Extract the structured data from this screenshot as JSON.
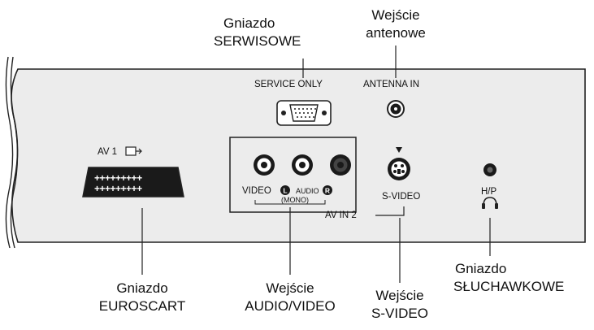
{
  "callouts": {
    "service": {
      "line1": "Gniazdo",
      "line2": "SERWISOWE"
    },
    "antenna": {
      "line1": "Wejście",
      "line2": "antenowe"
    },
    "euroscart": {
      "line1": "Gniazdo",
      "line2": "EUROSCART"
    },
    "audio_video": {
      "line1": "Wejście",
      "line2": "AUDIO/VIDEO"
    },
    "svideo": {
      "line1": "Wejście",
      "line2": "S-VIDEO"
    },
    "headphones": {
      "line1": "Gniazdo",
      "line2": "SŁUCHAWKOWE"
    }
  },
  "panel_labels": {
    "service_only": "SERVICE ONLY",
    "antenna_in": "ANTENNA IN",
    "av1": "AV 1",
    "video": "VIDEO",
    "left_badge": "L",
    "audio": "AUDIO",
    "right_badge": "R",
    "mono": "(MONO)",
    "av_in_2": "AV IN 2",
    "s_video": "S-VIDEO",
    "hp": "H/P"
  },
  "colors": {
    "panel_fill": "#ececec",
    "panel_stroke": "#222222",
    "connector_dark": "#1a1a1a"
  }
}
